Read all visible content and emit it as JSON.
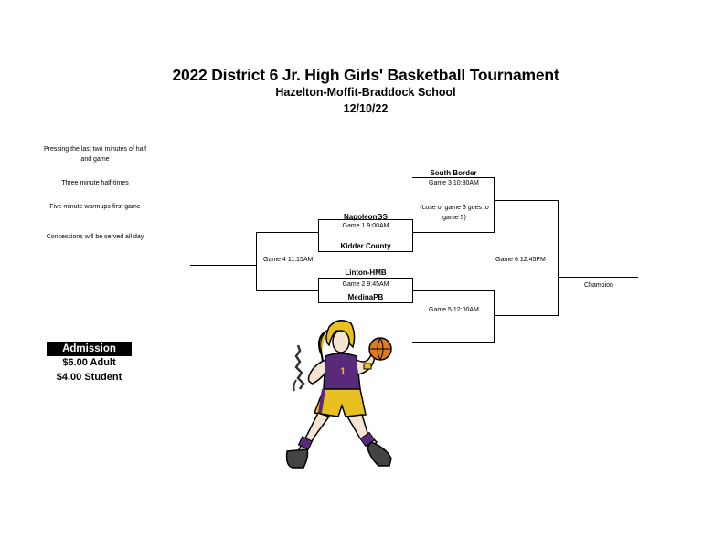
{
  "header": {
    "title": "2022 District 6 Jr. High Girls' Basketball Tournament",
    "school": "Hazelton-Moffit-Braddock School",
    "date": "12/10/22"
  },
  "notes": [
    "Pressing the last two minutes of half and game",
    "Three minute half-times",
    "Five minute warmups-first game",
    "Concessions will be served all day"
  ],
  "bracket": {
    "game1": {
      "label": "Game 1  9:00AM",
      "top_team": "NapoleonGS",
      "bottom_team": "Kidder County"
    },
    "game2": {
      "label": "Game 2  9:45AM",
      "top_team": "Linton-HMB",
      "bottom_team": "MedinaPB"
    },
    "game3": {
      "label": "Game 3  10:30AM",
      "team": "South Border",
      "note": "(Lose of  game 3 goes to game 5)"
    },
    "game4": {
      "label": "Game 4  11:15AM"
    },
    "game5": {
      "label": "Game 5  12:00AM"
    },
    "game6": {
      "label": "Game 6  12:45PM"
    },
    "champion": "Champion"
  },
  "admission": {
    "title": "Admission",
    "adult": "$6.00 Adult",
    "student": "$4.00 Student"
  },
  "colors": {
    "jersey": "#5a2a7a",
    "shorts": "#e8c020",
    "ball": "#e07a20"
  }
}
